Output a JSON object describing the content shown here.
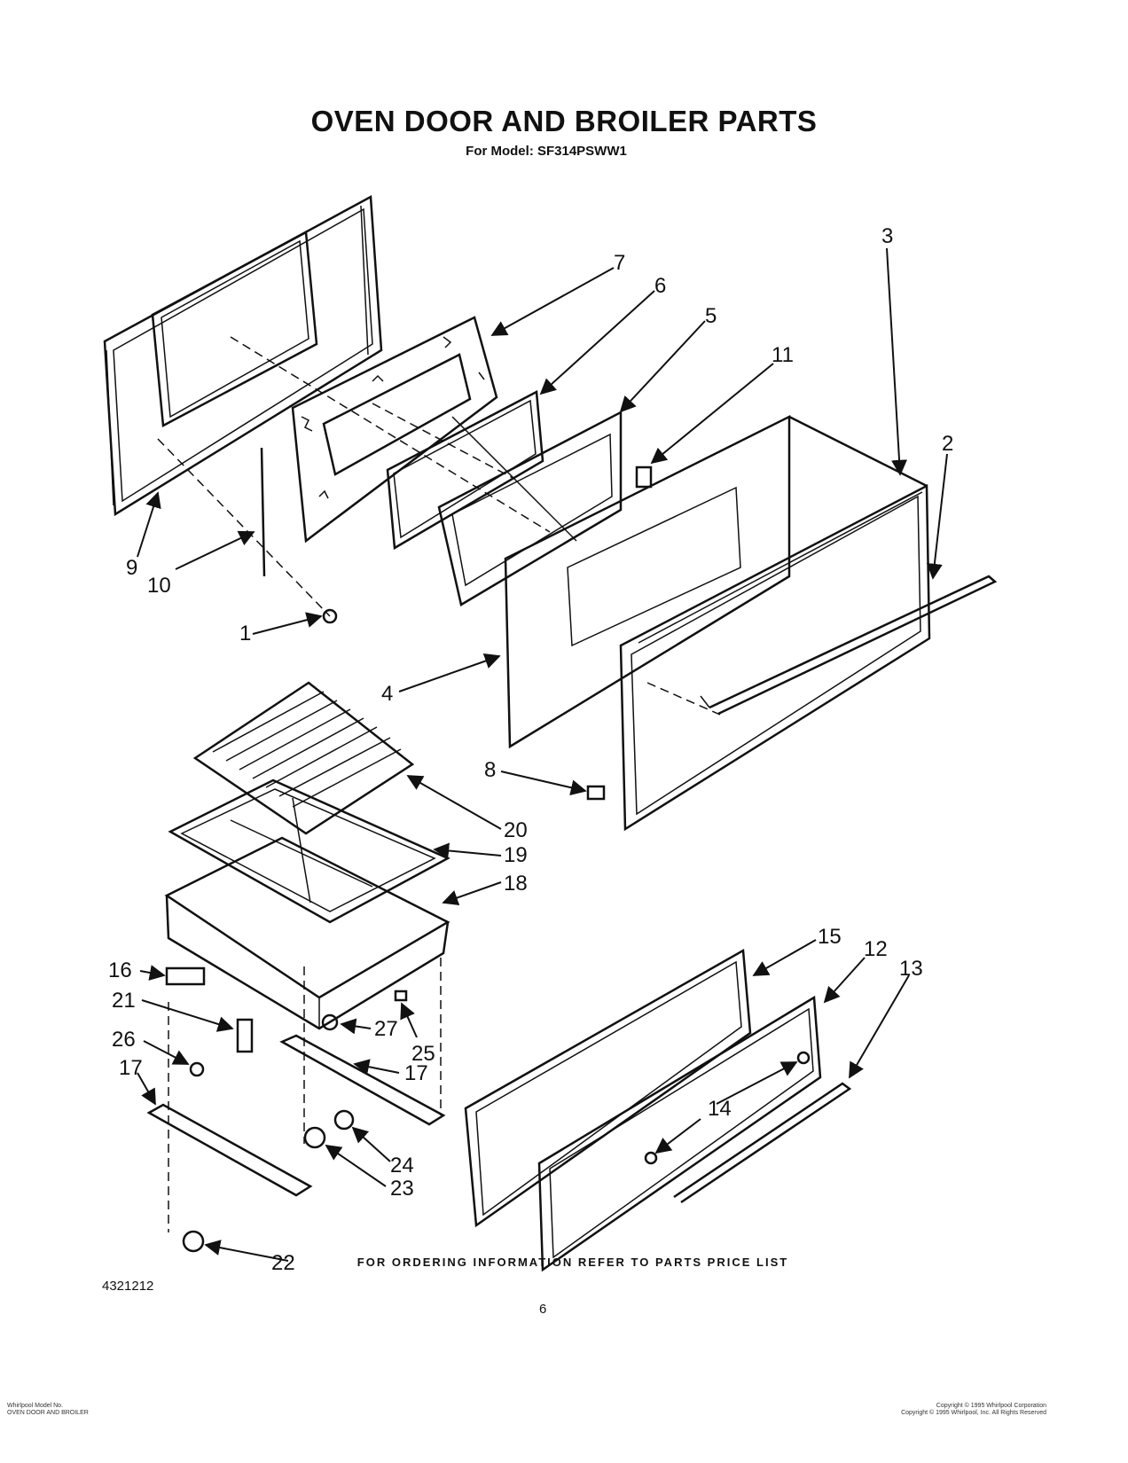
{
  "header": {
    "title": "OVEN DOOR AND BROILER PARTS",
    "subtitle": "For Model: SF314PSWW1"
  },
  "callouts": [
    {
      "id": "7",
      "label": "7"
    },
    {
      "id": "6",
      "label": "6"
    },
    {
      "id": "5",
      "label": "5"
    },
    {
      "id": "11",
      "label": "11"
    },
    {
      "id": "3",
      "label": "3"
    },
    {
      "id": "2",
      "label": "2"
    },
    {
      "id": "9",
      "label": "9"
    },
    {
      "id": "10",
      "label": "10"
    },
    {
      "id": "1",
      "label": "1"
    },
    {
      "id": "4",
      "label": "4"
    },
    {
      "id": "8",
      "label": "8"
    },
    {
      "id": "20",
      "label": "20"
    },
    {
      "id": "19",
      "label": "19"
    },
    {
      "id": "18",
      "label": "18"
    },
    {
      "id": "16",
      "label": "16"
    },
    {
      "id": "21",
      "label": "21"
    },
    {
      "id": "26",
      "label": "26"
    },
    {
      "id": "27",
      "label": "27"
    },
    {
      "id": "25",
      "label": "25"
    },
    {
      "id": "17a",
      "label": "17"
    },
    {
      "id": "17b",
      "label": "17"
    },
    {
      "id": "15",
      "label": "15"
    },
    {
      "id": "12",
      "label": "12"
    },
    {
      "id": "13",
      "label": "13"
    },
    {
      "id": "14",
      "label": "14"
    },
    {
      "id": "24",
      "label": "24"
    },
    {
      "id": "23",
      "label": "23"
    },
    {
      "id": "22",
      "label": "22"
    }
  ],
  "footer": {
    "ordering_note": "FOR ORDERING INFORMATION REFER TO PARTS PRICE LIST",
    "document_number": "4321212",
    "page_number": "6",
    "small_left": [
      "Whirlpool Model No.",
      "OVEN DOOR AND BROILER"
    ],
    "small_right": [
      "Copyright © 1995 Whirlpool Corporation",
      "Copyright © 1995 Whirlpool, Inc. All Rights Reserved"
    ]
  }
}
